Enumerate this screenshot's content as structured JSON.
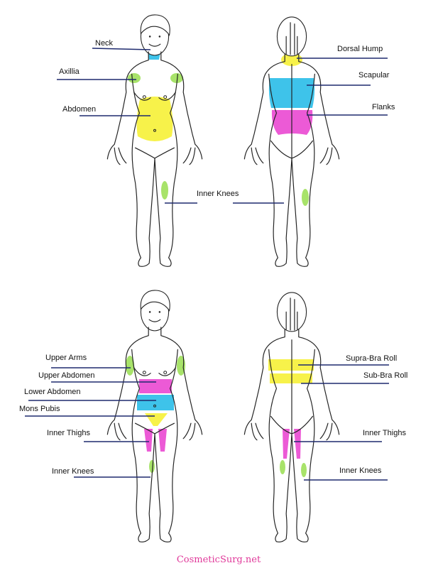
{
  "colors": {
    "yellow": "#f7f24a",
    "cyan": "#3ec3ea",
    "magenta": "#ec5ad6",
    "green": "#a8e36a",
    "leader": "#1e2a6e",
    "footer": "#e0399a"
  },
  "labels": {
    "neck": "Neck",
    "axillia": "Axillia",
    "abdomen": "Abdomen",
    "inner_knees_1": "Inner Knees",
    "dorsal_hump": "Dorsal Hump",
    "scapular": "Scapular",
    "flanks": "Flanks",
    "upper_arms": "Upper Arms",
    "upper_abdomen": "Upper Abdomen",
    "lower_abdomen": "Lower Abdomen",
    "mons_pubis": "Mons Pubis",
    "inner_thighs_front": "Inner Thighs",
    "inner_knees_front": "Inner Knees",
    "supra_bra_roll": "Supra-Bra Roll",
    "sub_bra_roll": "Sub-Bra Roll",
    "inner_thighs_back": "Inner Thighs",
    "inner_knees_back": "Inner Knees"
  },
  "footer": "CosmeticSurg.net",
  "icons": {
    "figure_front": "female-body-front-icon",
    "figure_back": "female-body-back-icon"
  }
}
